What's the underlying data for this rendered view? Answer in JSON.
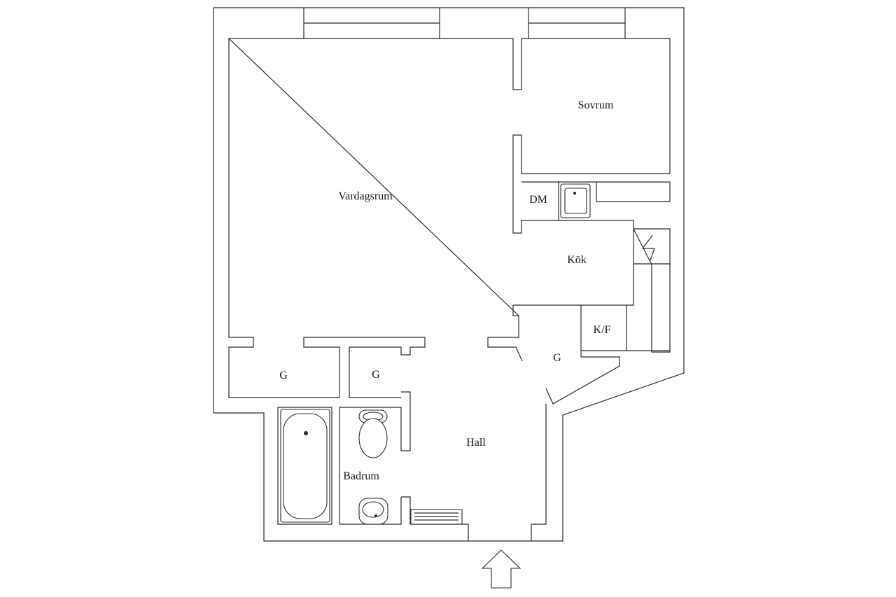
{
  "rooms": {
    "vardagsrum": "Vardagsrum",
    "sovrum": "Sovrum",
    "dm": "DM",
    "kok": "Kök",
    "kf": "K/F",
    "g1": "G",
    "g2": "G",
    "g3": "G",
    "hall": "Hall",
    "badrum": "Badrum"
  },
  "colors": {
    "line": "#2b2b2b",
    "text": "#1a1a1a",
    "background": "#ffffff"
  },
  "icons": [
    "entrance-arrow-icon",
    "bathtub-icon",
    "toilet-icon",
    "washbasin-icon",
    "kitchen-sink-icon",
    "chimney-icon",
    "radiator-icon"
  ]
}
